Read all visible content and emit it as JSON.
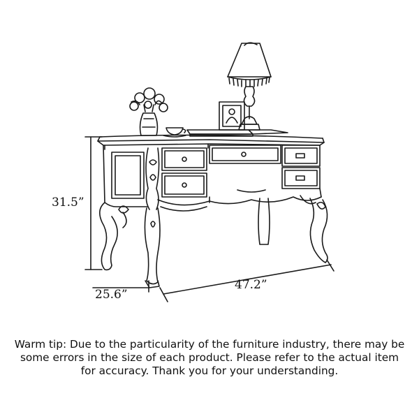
{
  "dimensions": {
    "height": "31.5”",
    "depth": "25.6”",
    "width": "47.2”"
  },
  "tip": {
    "text": "Warm tip: Due to the particularity of the furniture industry, there may be some errors in the size of each product. Please refer to the actual item for accuracy. Thank you for your understanding."
  },
  "colors": {
    "line": "#1a1a1a",
    "background": "#ffffff"
  }
}
